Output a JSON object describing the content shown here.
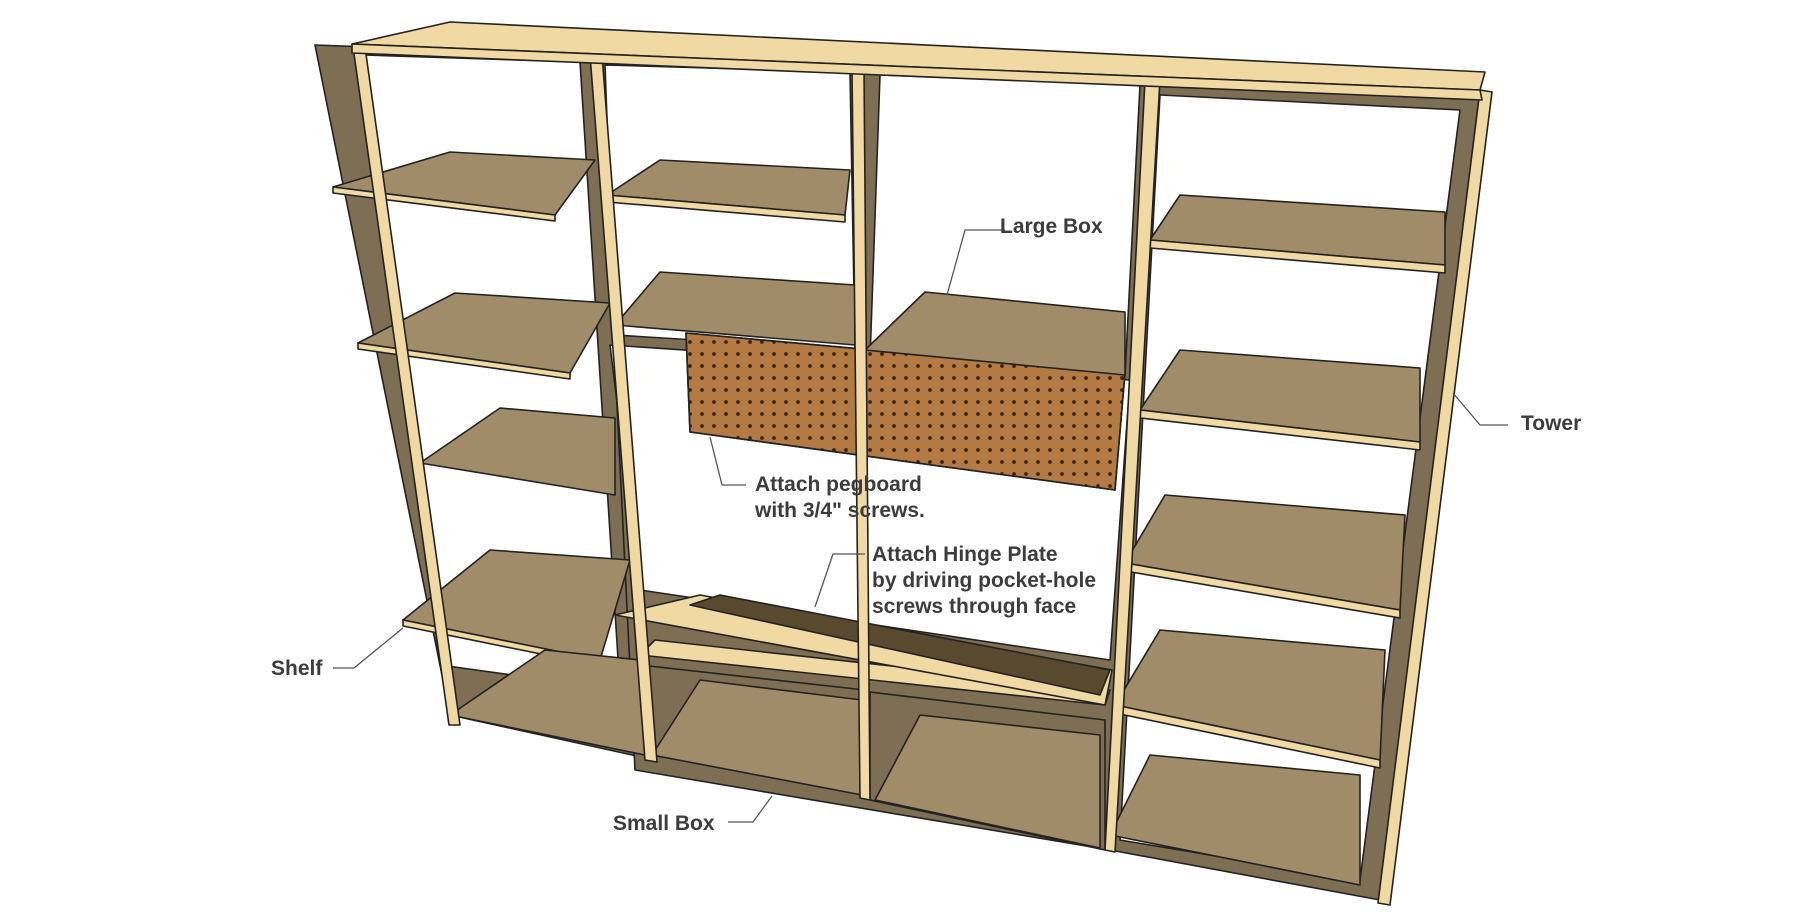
{
  "colors": {
    "edge": "#f0d9a2",
    "face": "#a08c69",
    "interior": "#7e6e53",
    "dark": "#58492f",
    "pegboard": "#b37a43",
    "hole": "#3a2410",
    "outline": "#222222",
    "text": "#3c3c3c"
  },
  "labels": {
    "large_box": "Large Box",
    "tower": "Tower",
    "pegboard_1": "Attach pegboard",
    "pegboard_2": "with 3/4\" screws.",
    "hinge_1": "Attach Hinge Plate",
    "hinge_2": "by driving pocket-hole",
    "hinge_3": "screws through face",
    "shelf": "Shelf",
    "small_box": "Small Box"
  }
}
